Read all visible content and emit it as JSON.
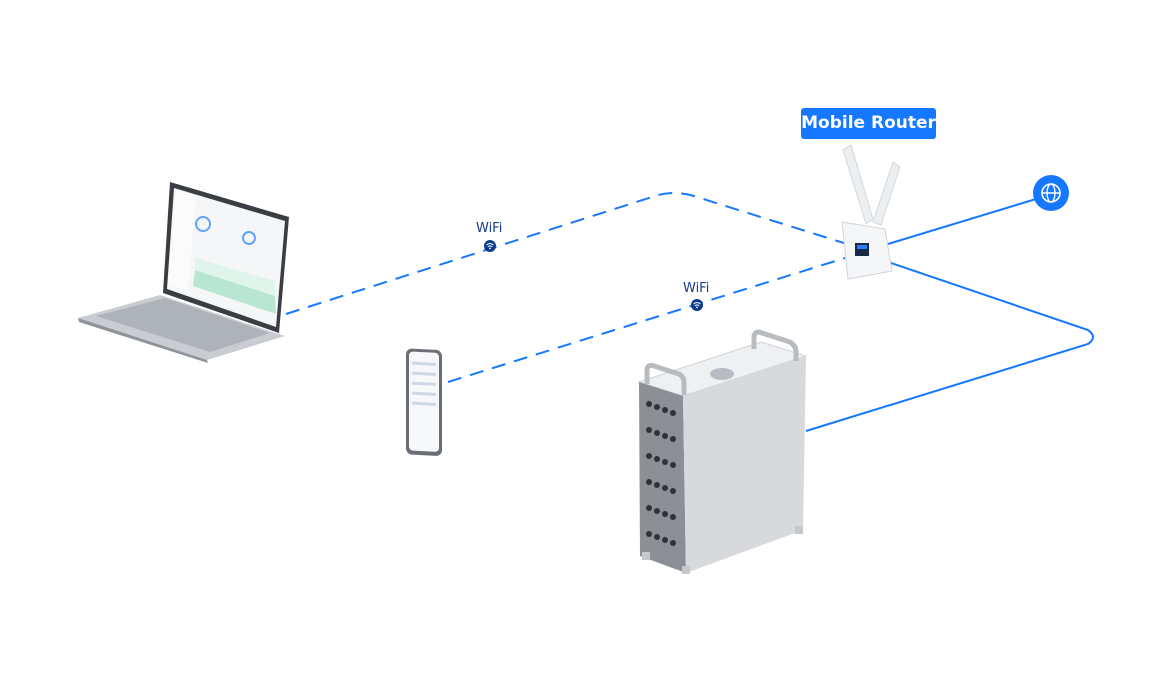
{
  "router": {
    "label": "Mobile Router"
  },
  "links": [
    {
      "type": "wifi",
      "label": "WiFi"
    },
    {
      "type": "wifi",
      "label": "WiFi"
    }
  ],
  "colors": {
    "accent": "#1677ff",
    "wifi_text": "#1a3a8a",
    "device_silver": "#d9dbde",
    "icon_navy": "#0b3b8f"
  },
  "icons": [
    "globe-icon",
    "wifi-icon"
  ]
}
